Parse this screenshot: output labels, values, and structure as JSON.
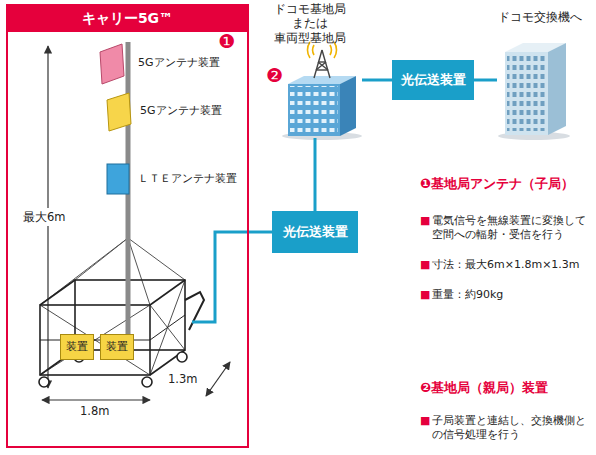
{
  "diagram": {
    "nodes": [
      {
        "text": [
          "キャリー5G™"
        ]
      },
      {
        "text": [
          "装置"
        ],
        "in": 0
      },
      {
        "text": [
          "装置"
        ],
        "in": 0
      },
      {
        "text": [
          "光伝送装置"
        ]
      },
      {
        "text": [
          "光伝送装置"
        ]
      },
      {
        "text": [
          "ドコモ基地局 または 車両型基地局"
        ]
      },
      {
        "text": [
          "ドコモ交換機へ"
        ]
      }
    ],
    "edges": [
      {
        "from": 0,
        "to": 3,
        "arrow": "none"
      },
      {
        "from": 3,
        "to": 5,
        "arrow": "none"
      },
      {
        "from": 5,
        "to": 4,
        "arrow": "none"
      },
      {
        "from": 4,
        "to": 6,
        "arrow": "none"
      }
    ],
    "labels": [
      "❶",
      "5Gアンテナ装置",
      "5Gアンテナ装置",
      "ＬＴＥアンテナ装置",
      "最大6m",
      "1.8m",
      "1.3m",
      "❷",
      "❶基地局アンテナ（子局）",
      "■",
      "電気信号を無線装置に変換して空間への輻射・受信を行う",
      "■",
      "寸法：最大6m×1.8m×1.3m",
      "■",
      "重量：約90kg",
      "❷基地局（親局）装置",
      "■",
      "子局装置と連結し、交換機側との信号処理を行う"
    ]
  }
}
